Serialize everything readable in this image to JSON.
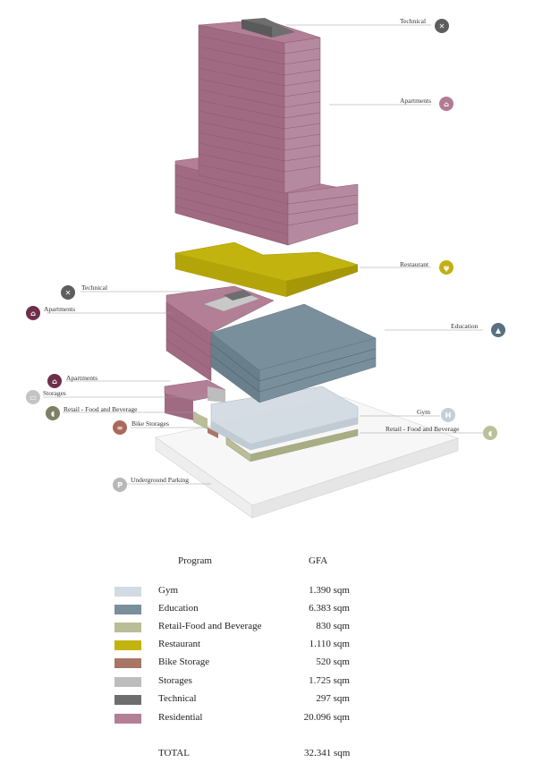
{
  "labels": {
    "technical_top": "Technical",
    "apartments_top": "Apartments",
    "restaurant": "Restaurant",
    "technical_mid": "Technical",
    "apartments_mid": "Apartments",
    "education": "Education",
    "apartments_low": "Apartments",
    "storages": "Storages",
    "retail_left": "Retail - Food and Beverage",
    "gym": "Gym",
    "bike_storages": "Bike Storages",
    "retail_right": "Retail - Food and Beverage",
    "underground_parking": "Underground Parking"
  },
  "icons": {
    "technical_top": {
      "name": "tools-icon",
      "color": "#5e5e5e"
    },
    "apartments_top": {
      "name": "house-icon",
      "color": "#b37a94"
    },
    "restaurant": {
      "name": "cutlery-icon",
      "color": "#c1b012"
    },
    "technical_mid": {
      "name": "tools-icon",
      "color": "#5e5e5e"
    },
    "apartments_mid": {
      "name": "house-icon",
      "color": "#6e2f4c"
    },
    "education": {
      "name": "graduation-cap-icon",
      "color": "#5a7080"
    },
    "apartments_low": {
      "name": "house-icon",
      "color": "#6e2f4c"
    },
    "storages": {
      "name": "box-icon",
      "color": "#c4c4c4"
    },
    "retail_left": {
      "name": "cup-icon",
      "color": "#7d8064"
    },
    "gym": {
      "name": "dumbbell-icon",
      "color": "#c5cfd9"
    },
    "bike_storages": {
      "name": "bike-icon",
      "color": "#a96a5c"
    },
    "retail_right": {
      "name": "cup-icon",
      "color": "#bcc09a"
    },
    "underground_parking": {
      "name": "parking-icon",
      "color": "#b8b8b8"
    }
  },
  "table": {
    "header_program": "Program",
    "header_gfa": "GFA",
    "rows": [
      {
        "label": "Gym",
        "value": "1.390 sqm",
        "color": "#d3dbe2"
      },
      {
        "label": "Education",
        "value": "6.383 sqm",
        "color": "#7a8f9c"
      },
      {
        "label": "Retail-Food and Beverage",
        "value": "830 sqm",
        "color": "#b9bd98"
      },
      {
        "label": "Restaurant",
        "value": "1.110 sqm",
        "color": "#c2b30e"
      },
      {
        "label": "Bike Storage",
        "value": "520 sqm",
        "color": "#a97564"
      },
      {
        "label": "Storages",
        "value": "1.725 sqm",
        "color": "#bdbdbd"
      },
      {
        "label": "Technical",
        "value": "297 sqm",
        "color": "#6e6e6e"
      },
      {
        "label": "Residential",
        "value": "20.096 sqm",
        "color": "#b27f97"
      }
    ],
    "total_label": "TOTAL",
    "total_value": "32.341 sqm"
  }
}
